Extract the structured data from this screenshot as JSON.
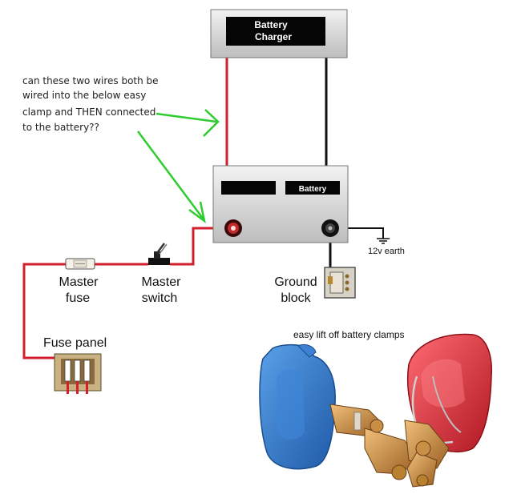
{
  "charger": {
    "line1": "Battery",
    "line2": "Charger"
  },
  "battery": {
    "label": "Battery"
  },
  "question": {
    "line1": "can these two wires both be",
    "line2": "wired into the below easy",
    "line3": "clamp and THEN connected",
    "line4": "to the battery??"
  },
  "earth": {
    "label": "12v earth"
  },
  "ground_block": {
    "line1": "Ground",
    "line2": "block"
  },
  "master_fuse": {
    "line1": "Master",
    "line2": "fuse"
  },
  "master_switch": {
    "line1": "Master",
    "line2": "switch"
  },
  "fuse_panel": {
    "label": "Fuse panel"
  },
  "clamps": {
    "label": "easy lift off battery clamps"
  },
  "colors": {
    "wire_positive": "#d21f2b",
    "wire_negative": "#111111",
    "arrow": "#2ecc2e",
    "clamp_blue": "#2d73c4",
    "clamp_red": "#d42a36"
  }
}
